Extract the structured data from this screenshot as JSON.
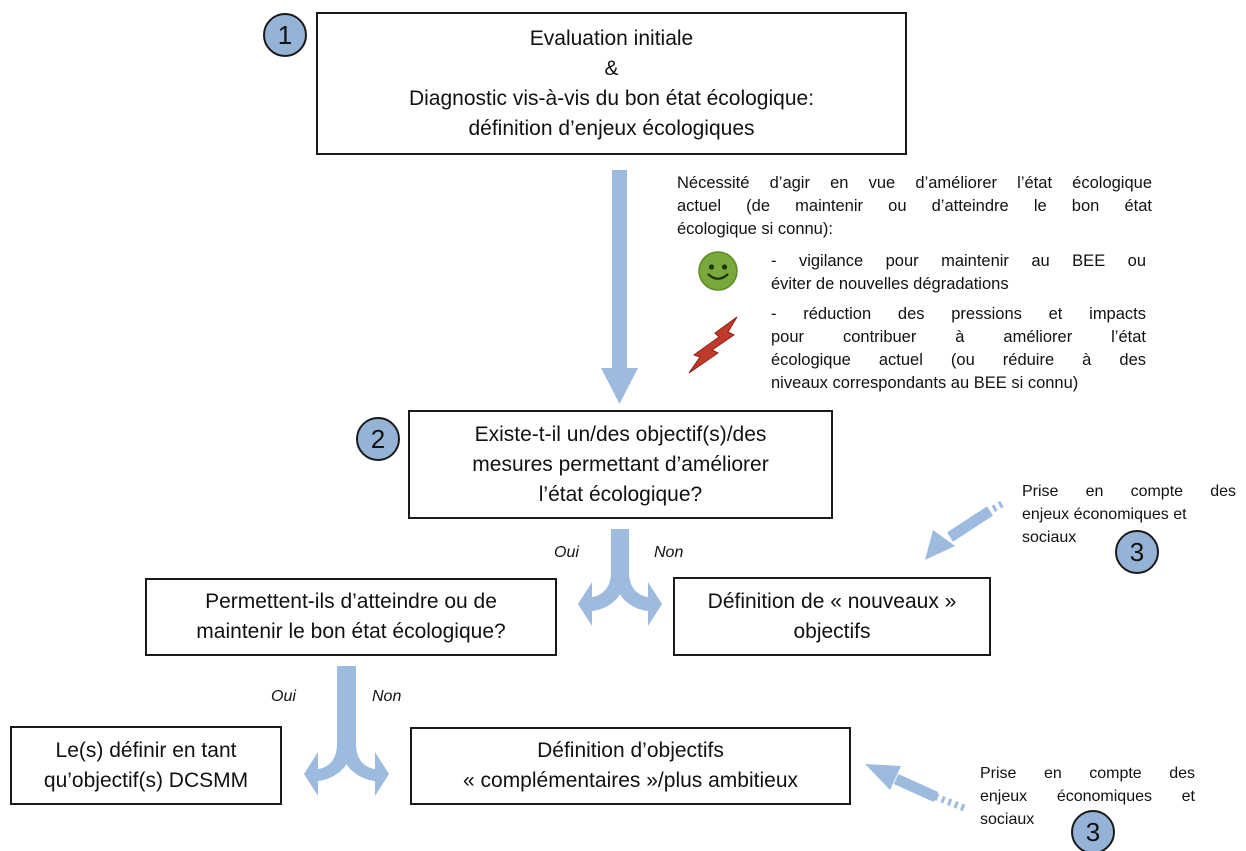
{
  "colors": {
    "arrow": "#9cbbdf",
    "badge": "#95b3d7",
    "smiley": "#7aa83a",
    "bolt": "#c0392b"
  },
  "badges": {
    "b1": "1",
    "b2": "2",
    "b3a": "3",
    "b3b": "3"
  },
  "boxes": {
    "initial": [
      "Evaluation initiale",
      "&",
      "Diagnostic vis-à-vis du bon état écologique:",
      "définition d’enjeux écologiques"
    ],
    "question": [
      "Existe-t-il un/des objectif(s)/des",
      "mesures permettant d’améliorer",
      "l’état écologique?"
    ],
    "permettent": [
      "Permettent-ils d’atteindre ou de",
      "maintenir le bon état écologique?"
    ],
    "nouveaux": [
      "Définition de « nouveaux »",
      "objectifs"
    ],
    "definir": [
      "Le(s) définir en tant",
      "qu’objectif(s) DCSMM"
    ],
    "complementaires": [
      "Définition d’objectifs",
      "« complémentaires »/plus ambitieux"
    ]
  },
  "labels": {
    "oui": "Oui",
    "non": "Non"
  },
  "note": {
    "intro": [
      "Nécessité d’agir en vue d’améliorer l’état écologique",
      "actuel (de maintenir ou d’atteindre le bon état",
      "écologique si connu):"
    ],
    "vigilance": [
      "- vigilance pour maintenir au BEE ou",
      "éviter de nouvelles dégradations"
    ],
    "reduction": [
      "- réduction des pressions et impacts",
      "pour contribuer à améliorer l’état",
      "écologique actuel (ou réduire à des",
      "niveaux correspondants au BEE si connu)"
    ],
    "icons": [
      "smiley-icon",
      "lightning-icon"
    ]
  },
  "prise": [
    "Prise en compte des",
    "enjeux économiques et",
    "sociaux"
  ]
}
